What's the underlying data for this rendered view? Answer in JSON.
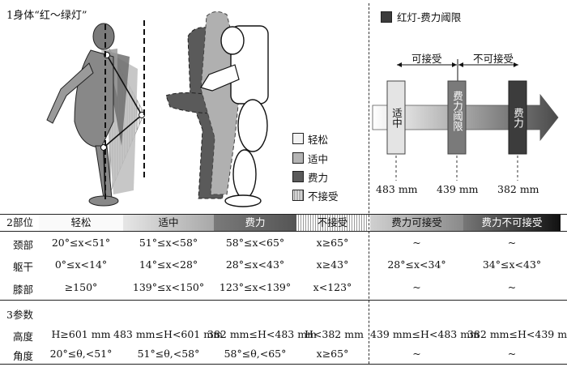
{
  "section1": {
    "title": "1身体“红～绿灯”"
  },
  "legend": {
    "items": [
      "轻松",
      "适中",
      "费力",
      "不接受"
    ]
  },
  "right_panel": {
    "legend_label": "红灯-费力阈限",
    "acceptable": "可接受",
    "unacceptable": "不可接受",
    "bars": [
      "适中",
      "费力阈限",
      "费力"
    ],
    "distances": [
      "483 mm",
      "439 mm",
      "382 mm"
    ]
  },
  "section2": {
    "label": "2部位",
    "headers": [
      "轻松",
      "适中",
      "费力",
      "不接受",
      "费力可接受",
      "费力不可接受"
    ],
    "rows": [
      {
        "part": "颈部",
        "cells": [
          "20°≤x<51°",
          "51°≤x<58°",
          "58°≤x<65°",
          "x≥65°",
          "~",
          "~"
        ]
      },
      {
        "part": "躯干",
        "cells": [
          "0°≤x<14°",
          "14°≤x<28°",
          "28°≤x<43°",
          "x≥43°",
          "28°≤x<34°",
          "34°≤x<43°"
        ]
      },
      {
        "part": "膝部",
        "cells": [
          "≥150°",
          "139°≤x<150°",
          "123°≤x<139°",
          "x<123°",
          "~",
          "~"
        ]
      }
    ]
  },
  "section3": {
    "label": "3参数",
    "rows": [
      {
        "param": "高度",
        "cells": [
          "H≥601 mm",
          "483 mm≤H<601 mm",
          "382 mm≤H<483 mm",
          "H<382 mm",
          "439 mm≤H<483 mm",
          "382 mm≤H<439 mm"
        ]
      },
      {
        "param": "角度",
        "cells": [
          "20°≤θ,<51°",
          "51°≤θ,<58°",
          "58°≤θ,<65°",
          "x≥65°",
          "~",
          "~"
        ]
      }
    ]
  },
  "colors": {
    "relaxed": "#f2f2f2",
    "moderate": "#b4b4b4",
    "strenuous": "#5a5a5a",
    "threshold": "#3c3c3c"
  }
}
